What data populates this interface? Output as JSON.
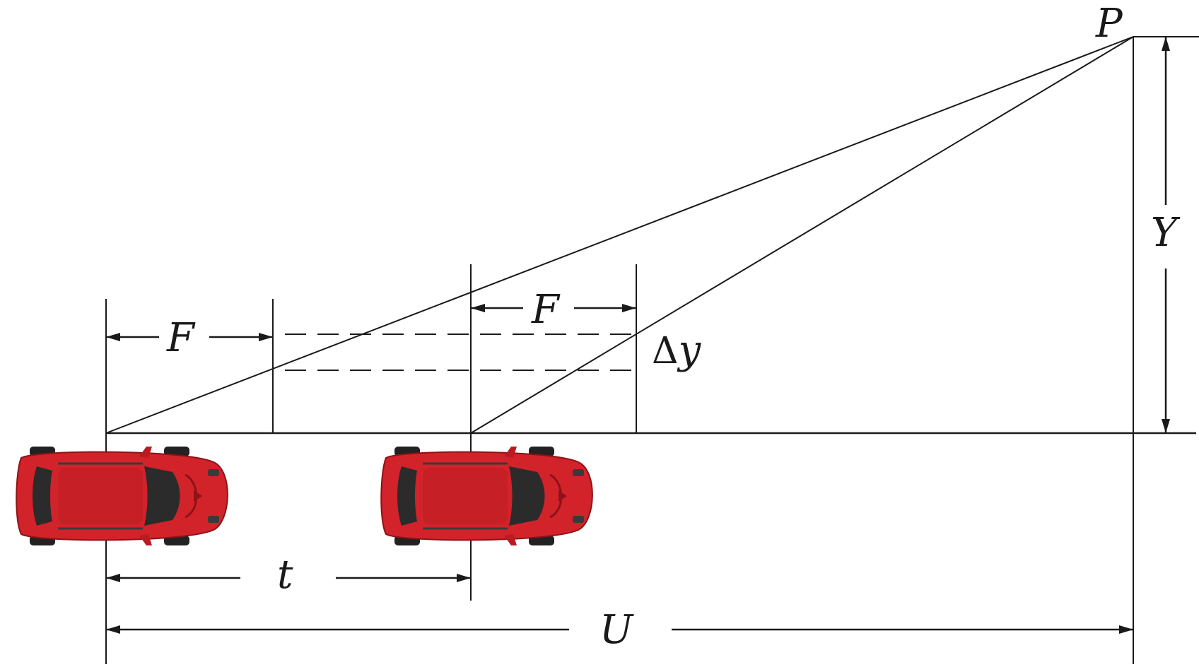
{
  "labels": {
    "point": "P",
    "focal_left": "F",
    "focal_right": "F",
    "delta_symbol": "Δ",
    "delta_var": "y",
    "height": "Y",
    "baseline": "t",
    "distance": "U"
  },
  "colors": {
    "line": "#1a1a1a",
    "car_body": "#d2232a",
    "car_dark": "#8e1216",
    "glass": "#2b2b2b"
  }
}
